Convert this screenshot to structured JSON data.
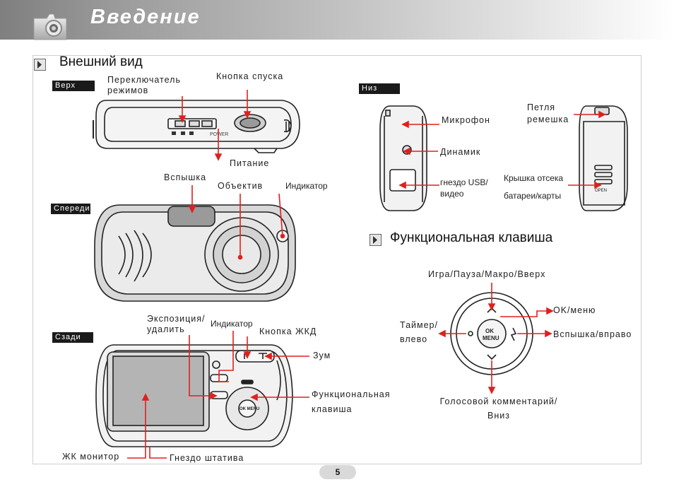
{
  "header": {
    "title": "Введение",
    "icon": "camera-icon"
  },
  "sections": {
    "appearance": {
      "title": "Внешний вид"
    },
    "function_key": {
      "title": "Функциональная клавиша"
    }
  },
  "views": {
    "top": {
      "tag": "Верх",
      "mode_switch": "Переключатель режимов",
      "shutter": "Кнопка спуска",
      "power": "Питание",
      "power_mark": "POWER"
    },
    "bottom": {
      "tag": "Низ",
      "mic": "Микрофон",
      "speaker": "Динамик",
      "usb": "гнездо USB/видео",
      "strap": "Петля ремешка",
      "cover": "Крышка отсека батареи/карты",
      "open_mark": "OPEN"
    },
    "front": {
      "tag": "Спереди",
      "flash": "Вспышка",
      "lens": "Объектив",
      "indicator": "Индикатор"
    },
    "back": {
      "tag": "Сзади",
      "exposure": "Экспозиция/ удалить",
      "indicator": "Индикатор",
      "lcd_button": "Кнопка ЖКД",
      "zoom": "Зум",
      "function_key": "Функциональная клавиша",
      "lcd": "ЖК монитор",
      "tripod": "Гнездо штатива",
      "ok_mark": "OK MENU"
    }
  },
  "function_key": {
    "up": "Игра/Пауза/Макро/Вверх",
    "ok": "OK/меню",
    "left": "Таймер/ влево",
    "right": "Вспышка/вправо",
    "down": "Голосовой комментарий/ Вниз",
    "center_line1": "OK",
    "center_line2": "MENU"
  },
  "page": {
    "number": "5"
  },
  "colors": {
    "accent": "#e0201e",
    "header_gray": "#8c8c8d"
  }
}
